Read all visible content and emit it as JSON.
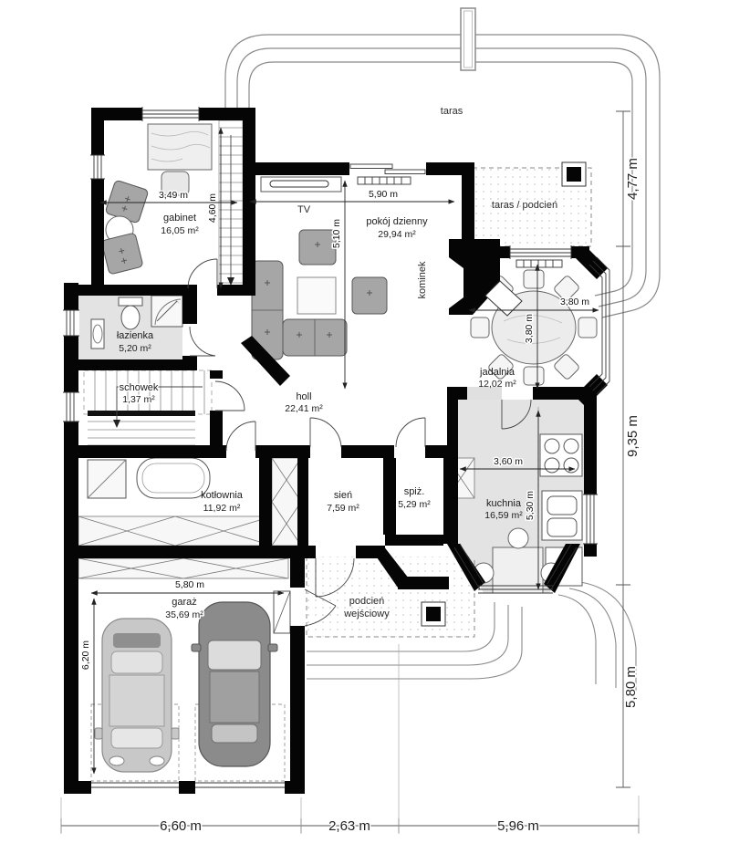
{
  "plan": {
    "zones": {
      "taras": "taras",
      "taras_podcien": "taras / podcień",
      "podcien_line1": "podcień",
      "podcien_line2": "wejściowy",
      "kominek": "kominek",
      "tv": "TV"
    },
    "rooms": {
      "gabinet": {
        "name": "gabinet",
        "area": "16,05 m²"
      },
      "pokoj_dzienny": {
        "name": "pokój dzienny",
        "area": "29,94 m²"
      },
      "lazienka": {
        "name": "łazienka",
        "area": "5,20 m²"
      },
      "schowek": {
        "name": "schowek",
        "area": "1,37 m²"
      },
      "holl": {
        "name": "holl",
        "area": "22,41 m²"
      },
      "jadalnia": {
        "name": "jadalnia",
        "area": "12,02 m²"
      },
      "kotlownia": {
        "name": "kotłownia",
        "area": "11,92 m²"
      },
      "sien": {
        "name": "sień",
        "area": "7,59 m²"
      },
      "spiz": {
        "name": "spiż.",
        "area": "5,29 m²"
      },
      "kuchnia": {
        "name": "kuchnia",
        "area": "16,59 m²"
      },
      "garaz": {
        "name": "garaż",
        "area": "35,69 m²"
      }
    },
    "dimensions": {
      "gabinet_width": "3,49 m",
      "gabinet_height": "4,60 m",
      "living_width": "5,90 m",
      "living_height": "5,10 m",
      "jadalnia_width": "3,80 m",
      "jadalnia_height": "3,80 m",
      "kuchnia_width": "3,60 m",
      "kuchnia_height": "5,30 m",
      "garaz_width": "5,80 m",
      "garaz_height": "6,20 m",
      "right_top": "4,77 m",
      "right_middle": "9,35 m",
      "right_bottom": "5,80 m",
      "bottom_left": "6,60 m",
      "bottom_middle": "2,63 m",
      "bottom_right": "5,96 m"
    },
    "colors": {
      "wall": "#050505",
      "tinted_floor": "#e3e3e3",
      "furniture": "#a6a6a6",
      "dimension_line": "#333333"
    }
  }
}
